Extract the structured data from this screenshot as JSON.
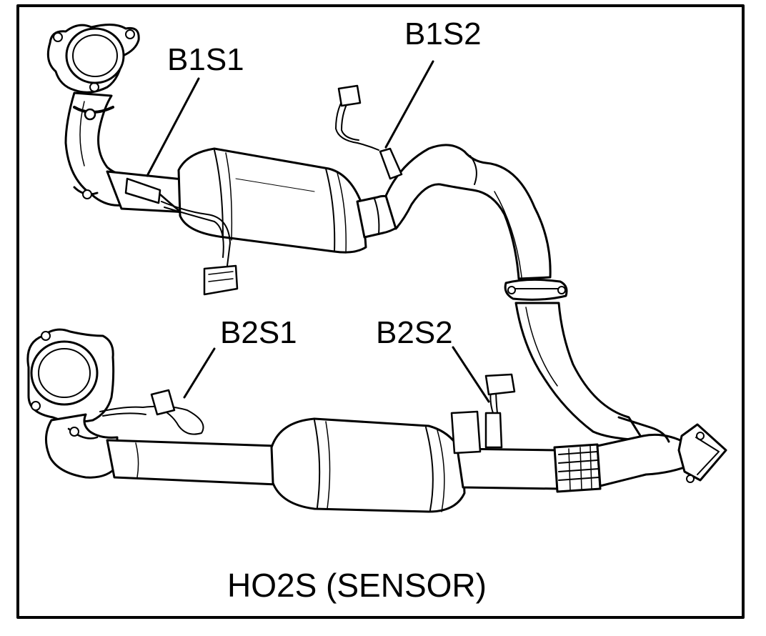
{
  "labels": {
    "b1s1": "B1S1",
    "b1s2": "B1S2",
    "b2s1": "B2S1",
    "b2s2": "B2S2"
  },
  "caption": "HO2S (SENSOR)",
  "colors": {
    "line": "#000000",
    "fill": "#ffffff",
    "shade": "#e6e6e6"
  }
}
